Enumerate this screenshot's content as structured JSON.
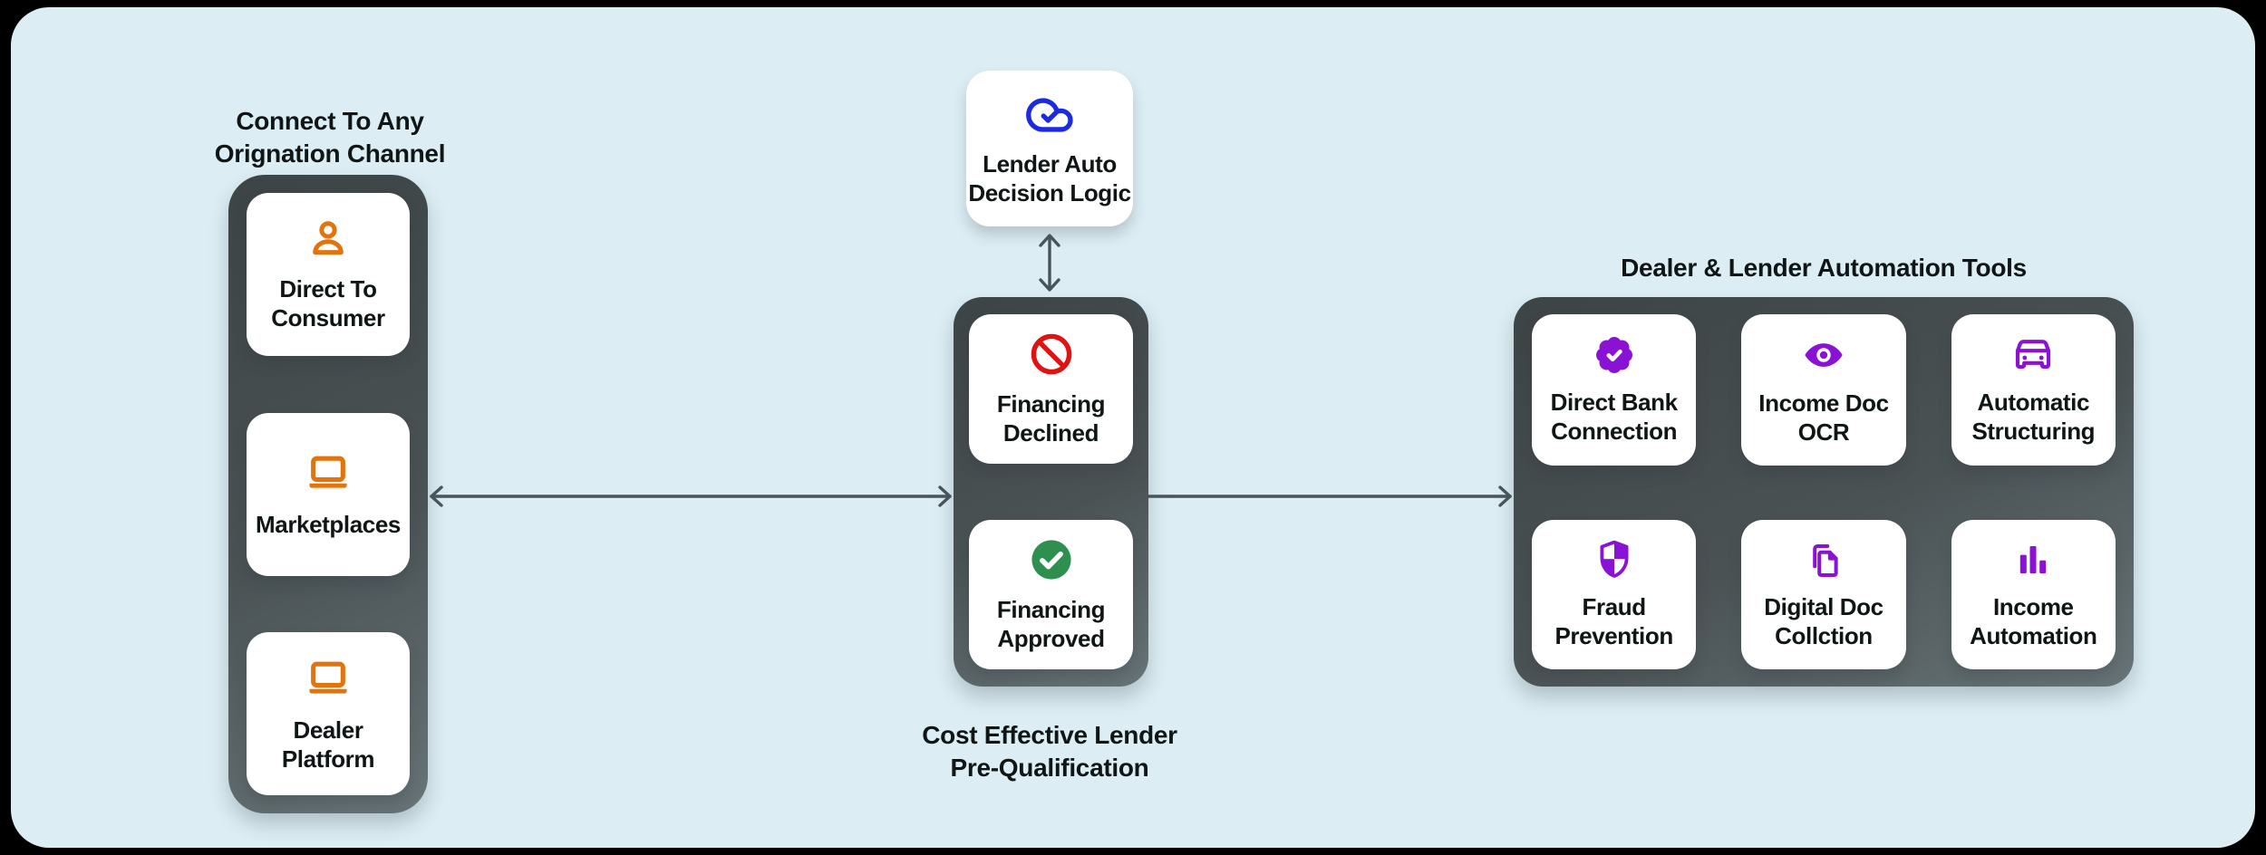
{
  "colors": {
    "page_background": "#000000",
    "canvas_background": "#dceef4",
    "container_background": "#474f52",
    "card_background": "#ffffff",
    "text": "#101516",
    "arrow": "#49545a",
    "orange_accent": "#e2740e",
    "blue_accent": "#1c2be2",
    "red_accent": "#e01212",
    "green_accent": "#2f8f4e",
    "purple_accent": "#8a12d4"
  },
  "origination": {
    "title": "Connect To Any\nOrignation Channel",
    "cards": [
      {
        "label": "Direct To\nConsumer",
        "icon": "user-icon"
      },
      {
        "label": "Marketplaces",
        "icon": "laptop-icon"
      },
      {
        "label": "Dealer\nPlatform",
        "icon": "laptop-icon"
      }
    ]
  },
  "decision_logic": {
    "label": "Lender Auto\nDecision Logic",
    "icon": "cloud-check-icon"
  },
  "prequalification": {
    "title": "Cost Effective Lender\nPre-Qualification",
    "cards": [
      {
        "label": "Financing\nDeclined",
        "icon": "prohibition-icon"
      },
      {
        "label": "Financing\nApproved",
        "icon": "check-circle-icon"
      }
    ]
  },
  "automation": {
    "title": "Dealer & Lender Automation Tools",
    "cards": [
      {
        "label": "Direct Bank\nConnection",
        "icon": "badge-check-icon"
      },
      {
        "label": "Income Doc\nOCR",
        "icon": "eye-icon"
      },
      {
        "label": "Automatic\nStructuring",
        "icon": "car-icon"
      },
      {
        "label": "Fraud\nPrevention",
        "icon": "shield-icon"
      },
      {
        "label": "Digital Doc\nCollction",
        "icon": "copy-document-icon"
      },
      {
        "label": "Income\nAutomation",
        "icon": "bar-chart-icon"
      }
    ]
  }
}
